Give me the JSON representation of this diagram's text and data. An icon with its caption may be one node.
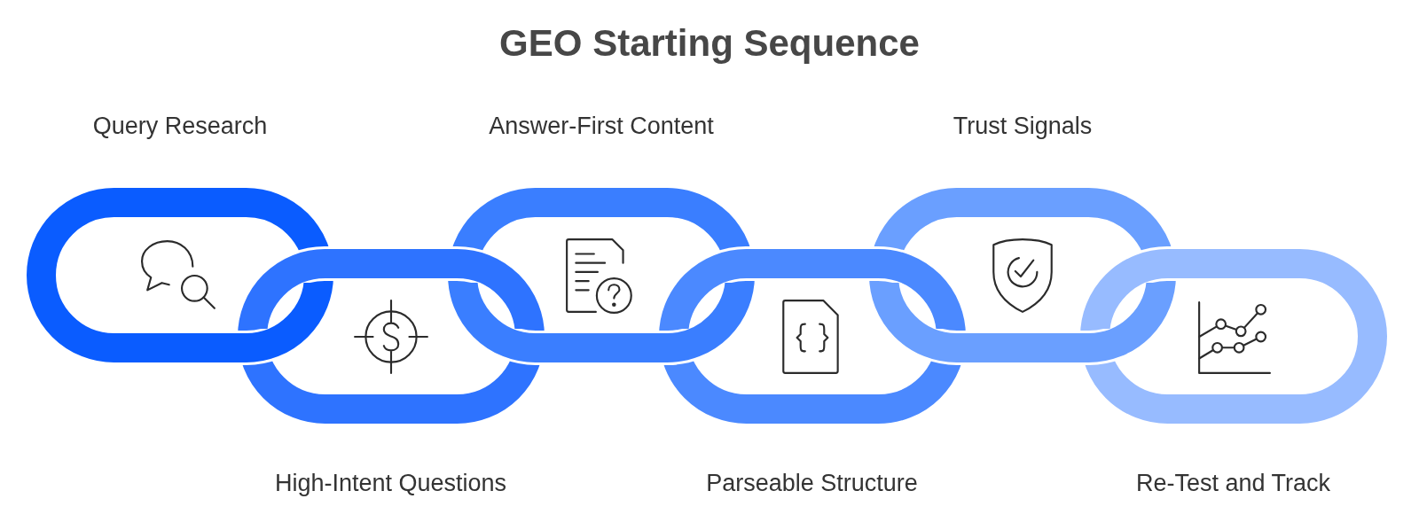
{
  "diagram": {
    "title": "GEO Starting Sequence",
    "nodes": [
      {
        "text": [
          "Query Research"
        ]
      },
      {
        "text": [
          "High-Intent Questions"
        ]
      },
      {
        "text": [
          "Answer-First Content"
        ]
      },
      {
        "text": [
          "Parseable Structure"
        ]
      },
      {
        "text": [
          "Trust Signals"
        ]
      },
      {
        "text": [
          "Re-Test and Track"
        ]
      }
    ]
  }
}
